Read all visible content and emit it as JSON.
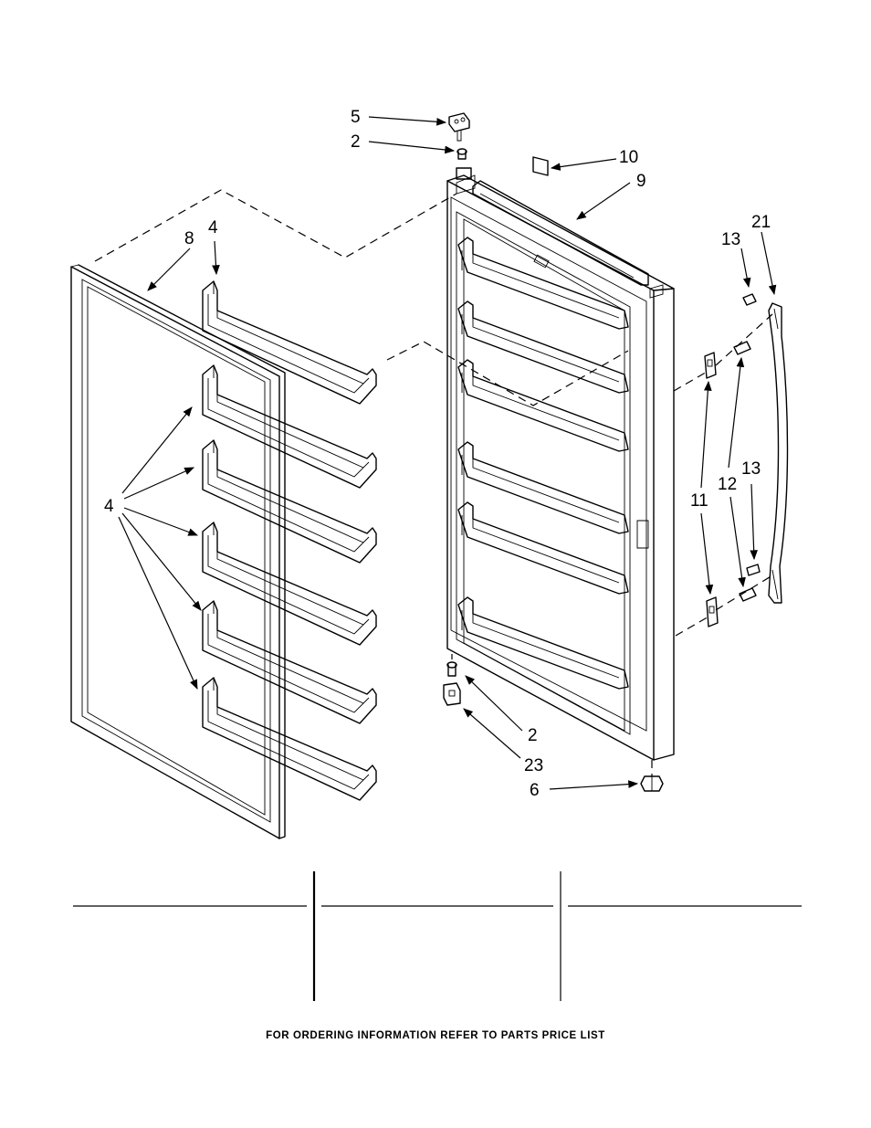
{
  "callouts": {
    "c5": "5",
    "c2_top": "2",
    "c10": "10",
    "c9": "9",
    "c8": "8",
    "c4_top": "4",
    "c13_top": "13",
    "c21": "21",
    "c4_group": "4",
    "c11": "11",
    "c12": "12",
    "c13_bottom": "13",
    "c2_bottom": "2",
    "c23": "23",
    "c6": "6"
  },
  "footer": {
    "note": "FOR ORDERING INFORMATION REFER TO PARTS PRICE LIST"
  }
}
